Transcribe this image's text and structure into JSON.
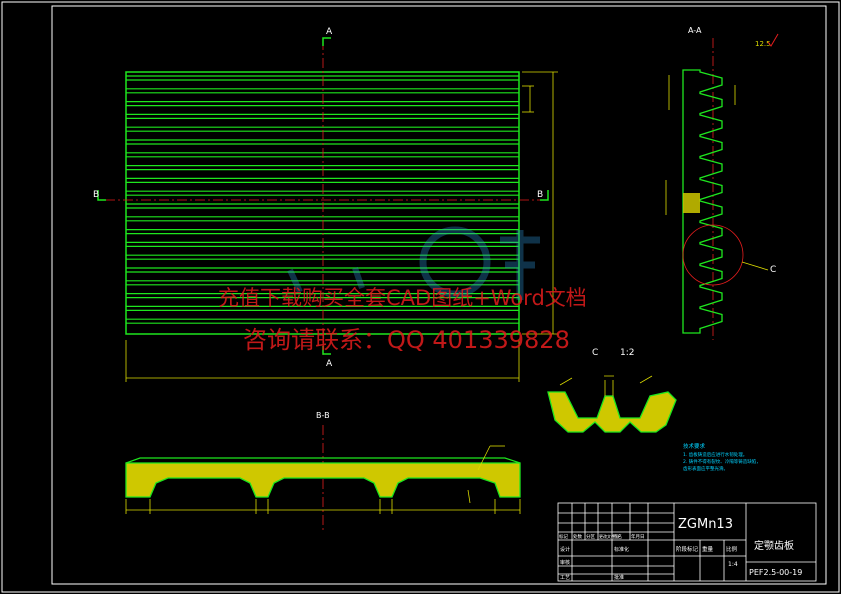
{
  "views": {
    "section_aa_label": "A-A",
    "section_bb_label": "B-B",
    "detail_c_label": "C",
    "detail_c_scale": "1:2",
    "detail_c_marker": "C",
    "cut_a_top": "A",
    "cut_a_bottom": "A",
    "cut_b_left": "B",
    "cut_b_right": "B"
  },
  "watermark": {
    "line1": "充值下载购买全套CAD图纸+Word文档",
    "line2": "咨询请联系：QQ 401339828"
  },
  "title_block": {
    "material": "ZGMn13",
    "part_name": "定颚齿板",
    "drawing_no": "PEF2.5-00-19",
    "scale": "1:4",
    "header_labels": [
      "标记",
      "处数",
      "分区",
      "更改文件号",
      "签名",
      "年月日"
    ],
    "role_design": "设计",
    "role_standard": "标准化",
    "role_review": "审核",
    "role_process": "工艺",
    "role_approve": "批准",
    "stage_label": "阶段标记",
    "weight_label": "重量",
    "scale_label": "比例"
  },
  "notes": {
    "title": "技术要求",
    "line1": "1. 齿板铸造后应进行水韧处理。",
    "line2": "2. 铸件不得有裂纹、冷隔等铸造缺陷，",
    "line3": "   齿形表面应平整光滑。"
  },
  "roughness_symbol": "12.5",
  "colors": {
    "outline": "#1ee61e",
    "dimension": "#dcdc00",
    "centerline": "#e31d1d",
    "border": "#ffffff",
    "note": "#00d2ff"
  }
}
